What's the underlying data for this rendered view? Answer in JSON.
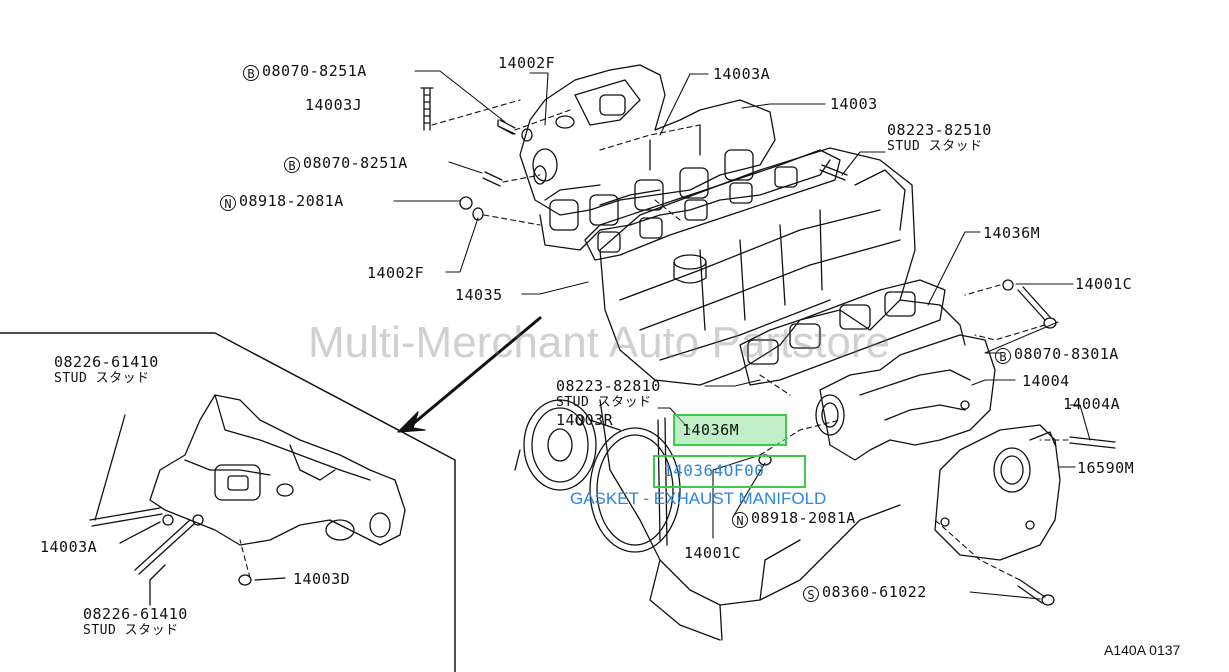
{
  "watermark": "Multi-Merchant Auto Partstore",
  "figure_code": "A140A 0137",
  "highlight": {
    "part_number": "140364OF00",
    "adjacent_part": "14036M",
    "description": "GASKET - EXHAUST MANIFOLD"
  },
  "icons": {
    "bolt_marker": "B",
    "nut_marker": "N",
    "screw_marker": "S"
  },
  "labels": {
    "p1": "08070-8251A",
    "p2": "14002F",
    "p3": "14003A",
    "p4": "14003J",
    "p5": "14003",
    "p6": "08223-82510",
    "p6b": "STUD スタッド",
    "p7": "08070-8251A",
    "p8": "08918-2081A",
    "p9": "14002F",
    "p10": "14035",
    "p11": "14036M",
    "p12": "14001C",
    "p13": "08070-8301A",
    "p14": "14004",
    "p15": "08223-82810",
    "p15b": "STUD スタッド",
    "p16": "14003R",
    "p17": "14004A",
    "p18": "16590M",
    "p19": "08918-2081A",
    "p20": "14001C",
    "p21": "08360-61022",
    "p22": "08226-61410",
    "p22b": "STUD スタッド",
    "p23": "14003A",
    "p24": "14003D",
    "p25": "08226-61410",
    "p25b": "STUD スタッド"
  }
}
